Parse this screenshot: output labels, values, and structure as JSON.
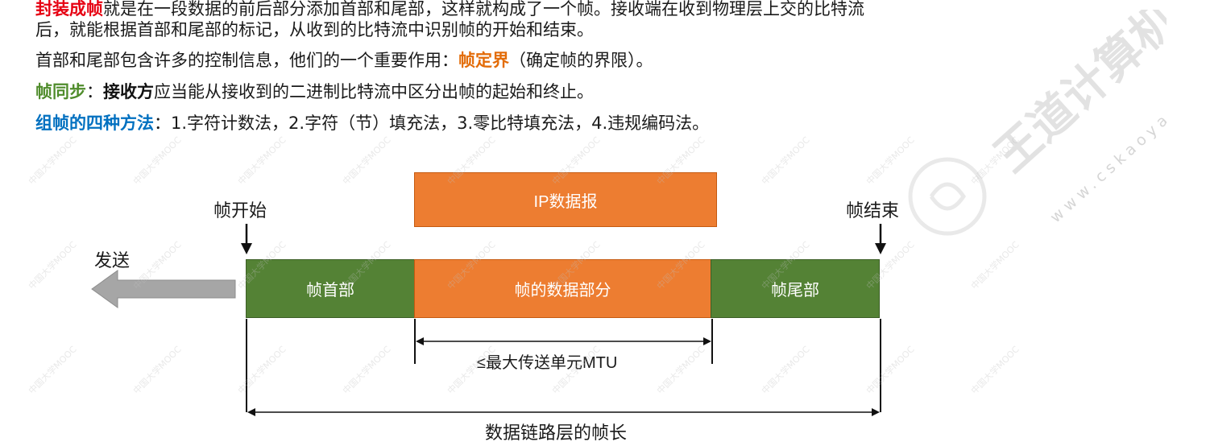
{
  "text": {
    "line1": {
      "term": "封装成帧",
      "rest": "就是在一段数据的前后部分添加首部和尾部，这样就构成了一个帧。接收端在收到物理层上交的比特流"
    },
    "line2": "后，就能根据首部和尾部的标记，从收到的比特流中识别帧的开始和结束。",
    "line3": {
      "before": "首部和尾部包含许多的控制信息，他们的一个重要作用：",
      "term": "帧定界",
      "after": "（确定帧的界限）。"
    },
    "line4": {
      "term": "帧同步",
      "colon": "：",
      "subject": "接收方",
      "rest": "应当能从接收到的二进制比特流中区分出帧的起始和终止。"
    },
    "line5": {
      "term": "组帧的四种方法",
      "colon": "：",
      "m1": "1.字符计数法，",
      "m2": "2.字符（节）填充法，",
      "m3": "3.零比特填充法，",
      "m4": "4.违规编码法。"
    }
  },
  "diagram": {
    "ip_datagram": "IP数据报",
    "frame_start": "帧开始",
    "frame_end": "帧结束",
    "send": "发送",
    "frame_header": "帧首部",
    "frame_data": "帧的数据部分",
    "frame_trailer": "帧尾部",
    "mtu": "≤最大传送单元MTU",
    "frame_length": "数据链路层的帧长"
  },
  "watermark": {
    "logo_text": "王道计算机考研",
    "url": "www.cskaoyan.com",
    "repeat": "中国大学MOOC"
  },
  "colors": {
    "green": "#548235",
    "orange": "#ed7d31",
    "red_term": "#e60012",
    "blue_term": "#0070c0",
    "green_term": "#4f8c2b",
    "orange_term": "#e36c09",
    "arrow_gray": "#a6a6a6"
  }
}
